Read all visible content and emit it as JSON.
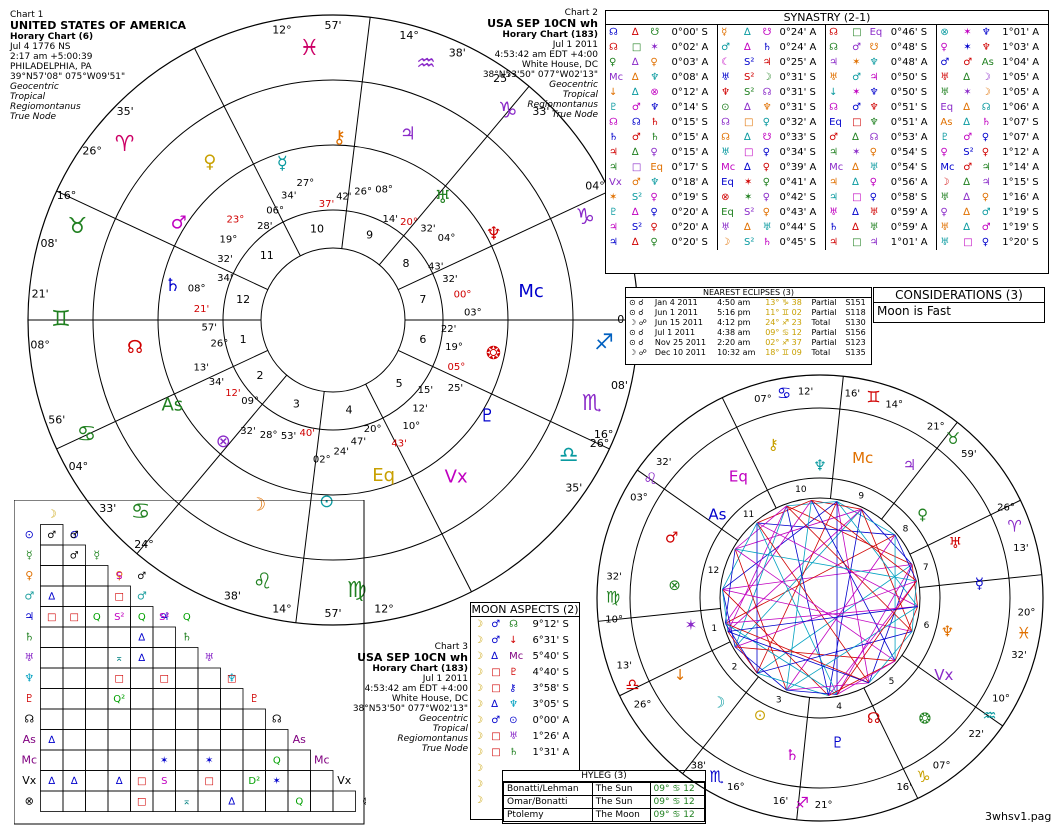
{
  "chart1": {
    "label": "Chart 1",
    "title": "UNITED STATES OF AMERICA",
    "subtitle": "Horary Chart (6)",
    "lines": [
      "Jul 4 1776 NS",
      "2:17 am  +5:00:39",
      "PHILADELPHIA, PA",
      "39°N57'08\" 075°W09'51\""
    ],
    "italic": [
      "Geocentric",
      "Tropical",
      "Regiomontanus",
      "True Node"
    ]
  },
  "chart2": {
    "label": "Chart 2",
    "title": "USA SEP 10CN wh",
    "subtitle": "Horary Chart (183)",
    "lines": [
      "Jul 1 2011",
      "4:53:42 am  EDT +4:00",
      "White House, DC",
      "38°N53'50\" 077°W02'13\""
    ],
    "italic": [
      "Geocentric",
      "Tropical",
      "Regiomontanus",
      "True Node"
    ]
  },
  "chart3": {
    "label": "Chart 3",
    "title": "USA SEP 10CN wh",
    "subtitle": "Horary Chart (183)",
    "lines": [
      "Jul 1 2011",
      "4:53:42 am  EDT +4:00",
      "White House, DC",
      "38°N53'50\" 077°W02'13\""
    ],
    "italic": [
      "Geocentric",
      "Tropical",
      "Regiomontanus",
      "True Node"
    ]
  },
  "synastry": {
    "title": "SYNASTRY (2-1)",
    "rows": [
      [
        "☊",
        "∆",
        "☋",
        "0°00' S",
        "☿",
        "∆",
        "☋",
        "0°24' A",
        "☊",
        "□",
        "Eq",
        "0°46' S",
        "⊗",
        "✶",
        "♆",
        "1°01' A"
      ],
      [
        "☊",
        "□",
        "✶",
        "0°02' A",
        "♂",
        "∆",
        "♄",
        "0°24' A",
        "☊",
        "♂",
        "☋",
        "0°48' S",
        "♀",
        "✶",
        "♆",
        "1°03' A"
      ],
      [
        "♀",
        "∆",
        "♀",
        "0°03' A",
        "☾",
        "S²",
        "♃",
        "0°25' A",
        "♃",
        "✶",
        "♆",
        "0°48' A",
        "♂",
        "♂",
        "As",
        "1°04' A"
      ],
      [
        "Mc",
        "∆",
        "♆",
        "0°08' A",
        "♅",
        "S²",
        "☽",
        "0°31' S",
        "♅",
        "♂",
        "♃",
        "0°50' S",
        "♅",
        "∆",
        "☽",
        "1°05' A"
      ],
      [
        "↓",
        "∆",
        "⊗",
        "0°12' A",
        "♆",
        "S²",
        "☊",
        "0°31' S",
        "↓",
        "✶",
        "♆",
        "0°50' S",
        "♅",
        "✶",
        "☽",
        "1°05' A"
      ],
      [
        "♇",
        "♂",
        "♆",
        "0°14' S",
        "⊙",
        "∆",
        "♆",
        "0°31' S",
        "☊",
        "♂",
        "♆",
        "0°51' S",
        "Eq",
        "∆",
        "☊",
        "1°06' A"
      ],
      [
        "☊",
        "☊",
        "♄",
        "0°15' S",
        "☊",
        "□",
        "♀",
        "0°32' A",
        "Eq",
        "□",
        "♆",
        "0°51' A",
        "As",
        "∆",
        "♄",
        "1°07' S"
      ],
      [
        "♄",
        "♂",
        "♄",
        "0°15' A",
        "☊",
        "∆",
        "☋",
        "0°33' S",
        "♂",
        "∆",
        "☊",
        "0°53' A",
        "♇",
        "♂",
        "♀",
        "1°07' A"
      ],
      [
        "♃",
        "∆",
        "♀",
        "0°15' A",
        "♅",
        "□",
        "♀",
        "0°34' S",
        "♃",
        "✶",
        "♀",
        "0°54' S",
        "♀",
        "S²",
        "♀",
        "1°12' A"
      ],
      [
        "♃",
        "□",
        "Eq",
        "0°17' S",
        "Mc",
        "∆",
        "♀",
        "0°39' A",
        "Mc",
        "∆",
        "♅",
        "0°54' S",
        "Mc",
        "♂",
        "♃",
        "1°14' A"
      ],
      [
        "Vx",
        "♂",
        "♆",
        "0°18' A",
        "Eq",
        "✶",
        "♀",
        "0°41' A",
        "♃",
        "∆",
        "♀",
        "0°56' A",
        "☽",
        "∆",
        "♃",
        "1°15' S"
      ],
      [
        "✶",
        "S²",
        "♀",
        "0°19' S",
        "⊗",
        "✶",
        "♀",
        "0°42' S",
        "♃",
        "□",
        "♀",
        "0°58' S",
        "♅",
        "∆",
        "♀",
        "1°16' A"
      ],
      [
        "♇",
        "∆",
        "♀",
        "0°20' A",
        "Eq",
        "S²",
        "♀",
        "0°43' A",
        "♅",
        "∆",
        "♅",
        "0°59' A",
        "♀",
        "∆",
        "♂",
        "1°19' S"
      ],
      [
        "♃",
        "S²",
        "♀",
        "0°20' A",
        "♅",
        "∆",
        "♅",
        "0°44' S",
        "♄",
        "∆",
        "♅",
        "0°59' A",
        "♅",
        "∆",
        "♂",
        "1°19' S"
      ],
      [
        "♃",
        "∆",
        "♀",
        "0°20' S",
        "☽",
        "S²",
        "♄",
        "0°45' S",
        "♃",
        "□",
        "♃",
        "1°01' A",
        "♅",
        "□",
        "♀",
        "1°20' S"
      ]
    ]
  },
  "eclipses": {
    "title": "NEAREST ECLIPSES (3)",
    "rows": [
      [
        "⊙ ☌",
        "Jan 4 2011",
        "4:50 am",
        "13° ♑ 38",
        "Partial",
        "S151"
      ],
      [
        "⊙ ☌",
        "Jun 1 2011",
        "5:16 pm",
        "11° ♊ 02",
        "Partial",
        "S118"
      ],
      [
        "☽ ☍",
        "Jun 15 2011",
        "4:12 pm",
        "24° ♐ 23",
        "Total",
        "S130"
      ],
      [
        "⊙ ☌",
        "Jul 1 2011",
        "4:38 am",
        "09° ♋ 12",
        "Partial",
        "S156"
      ],
      [
        "⊙ ☌",
        "Nov 25 2011",
        "2:20 am",
        "02° ♐ 37",
        "Partial",
        "S123"
      ],
      [
        "☽ ☍",
        "Dec 10 2011",
        "10:32 am",
        "18° ♊ 09",
        "Total",
        "S135"
      ]
    ]
  },
  "considerations": {
    "title": "CONSIDERATIONS (3)",
    "text": "Moon is Fast"
  },
  "moon_aspects": {
    "title": "MOON ASPECTS (2)",
    "rows": [
      [
        "☽",
        "♂",
        "☊",
        "9°12' S"
      ],
      [
        "☽",
        "♂",
        "↓",
        "6°31' S"
      ],
      [
        "☽",
        "∆",
        "Mc",
        "5°40' S"
      ],
      [
        "☽",
        "□",
        "♇",
        "4°40' S"
      ],
      [
        "☽",
        "□",
        "⚷",
        "3°58' S"
      ],
      [
        "☽",
        "∆",
        "♆",
        "3°05' S"
      ],
      [
        "☽",
        "♂",
        "⊙",
        "0°00' A"
      ],
      [
        "☽",
        "□",
        "♅",
        "1°26' A"
      ],
      [
        "☽",
        "□",
        "♄",
        "1°31' A"
      ],
      [
        "☽",
        "",
        "",
        ""
      ],
      [
        "☽",
        "",
        "",
        ""
      ],
      [
        "☽",
        "",
        "",
        ""
      ]
    ]
  },
  "hyleg": {
    "title": "HYLEG (3)",
    "rows": [
      [
        "Bonatti/Lehman",
        "The Sun",
        "09° ♋ 12"
      ],
      [
        "Omar/Bonatti",
        "The Sun",
        "09° ♋ 12"
      ],
      [
        "Ptolemy",
        "The Moon",
        "09° ♋ 12"
      ]
    ]
  },
  "aspect_grid": {
    "planets": [
      "☽",
      "⊙",
      "☿",
      "♀",
      "♂",
      "♃",
      "♄",
      "♅",
      "♆",
      "♇",
      "☊",
      "As",
      "Mc",
      "Vx",
      "⊗"
    ],
    "colors": [
      "#c8a000",
      "#0000cc",
      "#2a8a2a",
      "#e07000",
      "#20a0a0",
      "#0000cc",
      "#208020",
      "#8a2ac8",
      "#00a0c0",
      "#d00000",
      "#000000",
      "#800080",
      "#800080",
      "#000000",
      "#000000"
    ],
    "cells": [
      [
        1,
        0,
        "♂",
        "#000"
      ],
      [
        1,
        1,
        "♂",
        "#000"
      ],
      [
        2,
        1,
        "♂",
        "#000"
      ],
      [
        3,
        3,
        "S",
        "#c000c0"
      ],
      [
        3,
        4,
        "♂",
        "#000"
      ],
      [
        4,
        0,
        "∆",
        "#0000cc"
      ],
      [
        4,
        3,
        "□",
        "#d00000"
      ],
      [
        5,
        0,
        "□",
        "#d00000"
      ],
      [
        5,
        1,
        "□",
        "#d00000"
      ],
      [
        5,
        2,
        "Q",
        "#00a000"
      ],
      [
        5,
        3,
        "S²",
        "#c000c0"
      ],
      [
        5,
        4,
        "Q",
        "#00a000"
      ],
      [
        5,
        5,
        "S²",
        "#c000c0"
      ],
      [
        5,
        6,
        "Q",
        "#00a000"
      ],
      [
        6,
        4,
        "∆",
        "#0000cc"
      ],
      [
        7,
        3,
        "⌅",
        "#008080"
      ],
      [
        7,
        4,
        "∆",
        "#0000cc"
      ],
      [
        8,
        3,
        "□",
        "#d00000"
      ],
      [
        8,
        5,
        "□",
        "#d00000"
      ],
      [
        8,
        8,
        "□",
        "#d00000"
      ],
      [
        9,
        3,
        "Q²",
        "#00a000"
      ],
      [
        11,
        0,
        "∆",
        "#0000cc"
      ],
      [
        12,
        5,
        "✶",
        "#0000cc"
      ],
      [
        12,
        7,
        "✶",
        "#0000cc"
      ],
      [
        12,
        10,
        "Q",
        "#00a000"
      ],
      [
        13,
        0,
        "∆",
        "#0000cc"
      ],
      [
        13,
        1,
        "∆",
        "#0000cc"
      ],
      [
        13,
        3,
        "∆",
        "#0000cc"
      ],
      [
        13,
        4,
        "□",
        "#d00000"
      ],
      [
        13,
        5,
        "S",
        "#c000c0"
      ],
      [
        13,
        7,
        "□",
        "#d00000"
      ],
      [
        13,
        9,
        "D²",
        "#00a000"
      ],
      [
        13,
        10,
        "✶",
        "#0000cc"
      ],
      [
        14,
        4,
        "□",
        "#d00000"
      ],
      [
        14,
        6,
        "⌅",
        "#008080"
      ],
      [
        14,
        8,
        "∆",
        "#0000cc"
      ],
      [
        14,
        11,
        "Q",
        "#00a000"
      ]
    ]
  },
  "wheel1": {
    "signs": [
      [
        "♓",
        "12°",
        "57'",
        "#cc0066"
      ],
      [
        "♒",
        "14°",
        "38'",
        "#8a2ac8"
      ],
      [
        "♑",
        "25'",
        "33'",
        "#8a2ac8"
      ],
      [
        "♑",
        "04°",
        "56'",
        "#8a2ac8"
      ],
      [
        "♐",
        "08°",
        "",
        "#0060c0"
      ],
      [
        "♏",
        "08'",
        "16°",
        "#8a2ac8"
      ],
      [
        "♎",
        "26°",
        "35'",
        "#0a9aa0"
      ],
      [
        "♍",
        "12°",
        "57'",
        "#208020"
      ],
      [
        "♌",
        "14°",
        "38'",
        "#208020"
      ],
      [
        "♋",
        "24°",
        "33'",
        "#208020"
      ],
      [
        "♋",
        "04°",
        "56'",
        "#208020"
      ],
      [
        "♊",
        "08°",
        "21'",
        "#208020"
      ],
      [
        "♉",
        "08'",
        "16°",
        "#208020"
      ],
      [
        "♈",
        "26°",
        "35'",
        "#cc0066"
      ]
    ],
    "houses": [
      "1",
      "2",
      "3",
      "4",
      "5",
      "6",
      "7",
      "8",
      "9",
      "10",
      "11",
      "12"
    ],
    "planet_labels": [
      "Mc",
      "♆",
      "♅",
      "♃",
      "⚷",
      "☿",
      "♀",
      "♂",
      "♄",
      "☊",
      "As",
      "⊗",
      "☽",
      "⊙",
      "Eq",
      "Vx",
      "♇",
      "❂"
    ],
    "degree_labels": [
      "03°",
      "00°",
      "32'",
      "43'",
      "04°",
      "32'",
      "20°",
      "14'",
      "08°",
      "26°",
      "42'",
      "37'",
      "27°",
      "34'",
      "06°",
      "28'",
      "23°",
      "19°",
      "32'",
      "34'",
      "08°",
      "21'",
      "57'",
      "26°",
      "13'",
      "34'",
      "12'",
      "09°",
      "32'",
      "28°",
      "53'",
      "40'",
      "02°",
      "24'",
      "47'",
      "20°",
      "43'",
      "10°",
      "12'",
      "15'",
      "25'",
      "05°",
      "19°",
      "22'"
    ]
  },
  "wheel3": {
    "signs": [
      [
        "♋",
        "07°",
        "12'"
      ],
      [
        "♊",
        "16'",
        "14°"
      ],
      [
        "♉",
        "21°",
        "59'"
      ],
      [
        "♈",
        "26°",
        "13'"
      ],
      [
        "♓",
        "20°",
        "32'"
      ],
      [
        "♒",
        "10°",
        "22'"
      ],
      [
        "♑",
        "07°",
        "16'"
      ],
      [
        "♐",
        "21°",
        "16'"
      ],
      [
        "♏",
        "16°",
        "38'"
      ],
      [
        "♎",
        "26°",
        "13'"
      ],
      [
        "♍",
        "10°",
        "32'"
      ],
      [
        "♌",
        "03°",
        "32'"
      ]
    ],
    "houses": [
      "1",
      "2",
      "3",
      "4",
      "5",
      "6",
      "7",
      "8",
      "9",
      "10",
      "11",
      "12"
    ],
    "planet_labels": [
      "☿",
      "♅",
      "♀",
      "♃",
      "Mc",
      "♆",
      "⚷",
      "Eq",
      "As",
      "♂",
      "⊗",
      "✶",
      "↓",
      "☽",
      "⊙",
      "♄",
      "♇",
      "☊",
      "❂",
      "Vx",
      "♆"
    ]
  },
  "footer": {
    "filename": "3whsv1.pag"
  }
}
